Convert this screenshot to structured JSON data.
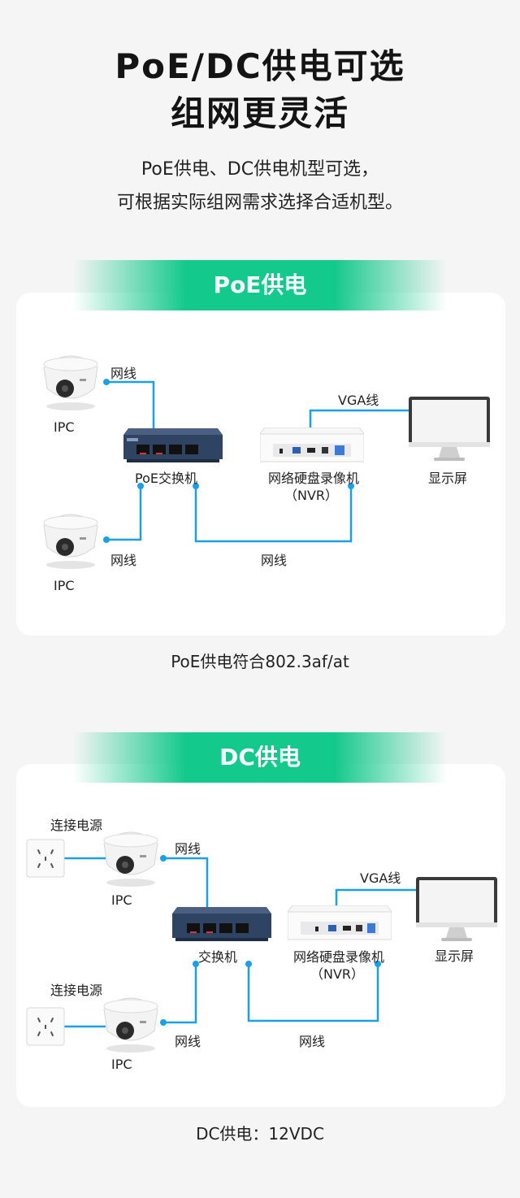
{
  "header": {
    "title_line1": "PoE/DC供电可选",
    "title_line2": "组网更灵活",
    "subtitle_line1": "PoE供电、DC供电机型可选，",
    "subtitle_line2": "可根据实际组网需求选择合适机型。"
  },
  "poe": {
    "banner": "PoE供电",
    "ipc_label": "IPC",
    "cable_label": "网线",
    "vga_label": "VGA线",
    "switch_label": "PoE交换机",
    "nvr_label_line1": "网络硬盘录像机",
    "nvr_label_line2": "（NVR）",
    "monitor_label": "显示屏",
    "note": "PoE供电符合802.3af/at"
  },
  "dc": {
    "banner": "DC供电",
    "power_label": "连接电源",
    "ipc_label": "IPC",
    "cable_label": "网线",
    "vga_label": "VGA线",
    "switch_label": "交换机",
    "nvr_label_line1": "网络硬盘录像机",
    "nvr_label_line2": "（NVR）",
    "monitor_label": "显示屏",
    "note": "DC供电：12VDC"
  },
  "colors": {
    "accent_green": "#14c98c",
    "wire_blue": "#1aa0e8",
    "switch_navy": "#2f4363",
    "card_bg": "#ffffff",
    "page_bg": "#f5f5f5"
  }
}
